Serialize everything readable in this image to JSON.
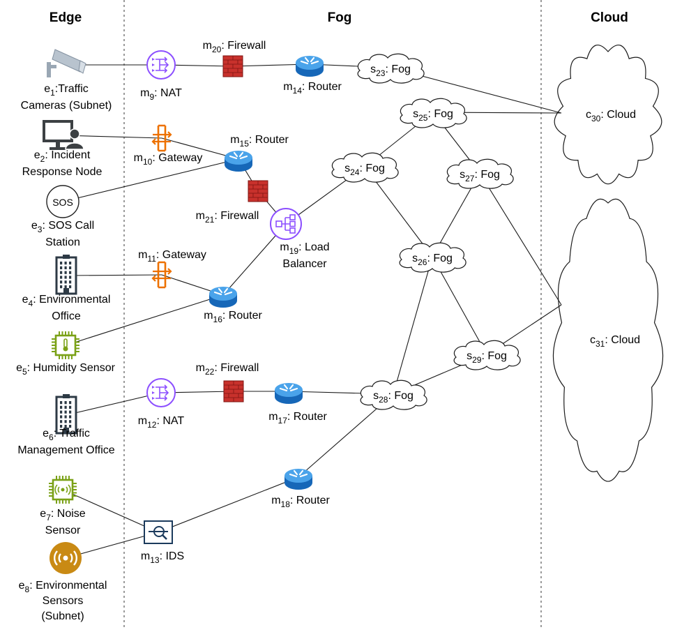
{
  "zones": {
    "edge": "Edge",
    "fog": "Fog",
    "cloud": "Cloud"
  },
  "labels": {
    "e1": [
      "e",
      "1",
      ":Traffic",
      "Cameras (Subnet)"
    ],
    "e2": [
      "e",
      "2",
      ": Incident",
      "Response Node"
    ],
    "e3": [
      "e",
      "3",
      ": SOS Call",
      "Station"
    ],
    "e4": [
      "e",
      "4",
      ": Environmental",
      "Office"
    ],
    "e5": [
      "e",
      "5",
      ": Humidity Sensor",
      ""
    ],
    "e6": [
      "e",
      "6",
      ": Traffic",
      "Management Office"
    ],
    "e7": [
      "e",
      "7",
      ": Noise",
      "Sensor"
    ],
    "e8": [
      "e",
      "8",
      ": Environmental",
      "Sensors",
      "(Subnet)"
    ],
    "m9": [
      "m",
      "9",
      ": NAT"
    ],
    "m10": [
      "m",
      "10",
      ": Gateway"
    ],
    "m11": [
      "m",
      "11",
      ": Gateway"
    ],
    "m12": [
      "m",
      "12",
      ": NAT"
    ],
    "m13": [
      "m",
      "13",
      ": IDS"
    ],
    "m14": [
      "m",
      "14",
      ": Router"
    ],
    "m15": [
      "m",
      "15",
      ": Router"
    ],
    "m16": [
      "m",
      "16",
      ": Router"
    ],
    "m17": [
      "m",
      "17",
      ": Router"
    ],
    "m18": [
      "m",
      "18",
      ": Router"
    ],
    "m19": [
      "m",
      "19",
      ": Load",
      "Balancer"
    ],
    "m20": [
      "m",
      "20",
      ": Firewall"
    ],
    "m21": [
      "m",
      "21",
      ": Firewall"
    ],
    "m22": [
      "m",
      "22",
      ": Firewall"
    ],
    "s23": [
      "s",
      "23",
      ": Fog"
    ],
    "s24": [
      "s",
      "24",
      ": Fog"
    ],
    "s25": [
      "s",
      "25",
      ": Fog"
    ],
    "s26": [
      "s",
      "26",
      ": Fog"
    ],
    "s27": [
      "s",
      "27",
      ": Fog"
    ],
    "s28": [
      "s",
      "28",
      ": Fog"
    ],
    "s29": [
      "s",
      "29",
      ": Fog"
    ],
    "c30": [
      "c",
      "30",
      ": Cloud"
    ],
    "c31": [
      "c",
      "31",
      ": Cloud"
    ]
  },
  "sos_icon_text": "SOS",
  "icons": {
    "camera": "security-camera-icon",
    "workstation": "workstation-user-icon",
    "sos": "sos-call-icon",
    "building": "office-building-icon",
    "sensor": "iot-sensor-chip-icon",
    "wireless": "wireless-sensor-icon",
    "nat": "nat-gateway-icon",
    "gateway": "gateway-icon",
    "ids": "intrusion-detection-icon",
    "router": "router-icon",
    "firewall": "firewall-icon",
    "load_balancer": "load-balancer-icon",
    "fog": "fog-cloud-icon",
    "cloud": "cloud-icon"
  },
  "colors": {
    "nat_purple": "#8c4fff",
    "gateway_orange": "#ed7100",
    "sensor_green": "#7aa116",
    "router_blue": "#1f7fd4",
    "firewall_red": "#c8312c",
    "wireless_gold": "#c98a14",
    "ids_navy": "#1b3a5c",
    "device_gray": "#3c4043"
  },
  "links": [
    [
      "e1",
      "m9"
    ],
    [
      "m9",
      "m20"
    ],
    [
      "m20",
      "m14"
    ],
    [
      "m14",
      "s23"
    ],
    [
      "s23",
      "c30"
    ],
    [
      "e2",
      "m10"
    ],
    [
      "m10",
      "m15"
    ],
    [
      "e3",
      "m15"
    ],
    [
      "m15",
      "m21"
    ],
    [
      "m21",
      "m19"
    ],
    [
      "m19",
      "s24"
    ],
    [
      "m19",
      "m16"
    ],
    [
      "e4",
      "m11"
    ],
    [
      "m11",
      "m16"
    ],
    [
      "e5",
      "m16"
    ],
    [
      "e6",
      "m12"
    ],
    [
      "m12",
      "m22"
    ],
    [
      "m22",
      "m17"
    ],
    [
      "m17",
      "s28"
    ],
    [
      "e7",
      "m13"
    ],
    [
      "e8",
      "m13"
    ],
    [
      "m13",
      "m18"
    ],
    [
      "m18",
      "s28"
    ],
    [
      "s24",
      "s25"
    ],
    [
      "s24",
      "s26"
    ],
    [
      "s25",
      "c30"
    ],
    [
      "s25",
      "s27"
    ],
    [
      "s27",
      "s26"
    ],
    [
      "s27",
      "c31"
    ],
    [
      "s26",
      "s29"
    ],
    [
      "s26",
      "s28"
    ],
    [
      "s28",
      "s29"
    ],
    [
      "s29",
      "c31"
    ]
  ]
}
